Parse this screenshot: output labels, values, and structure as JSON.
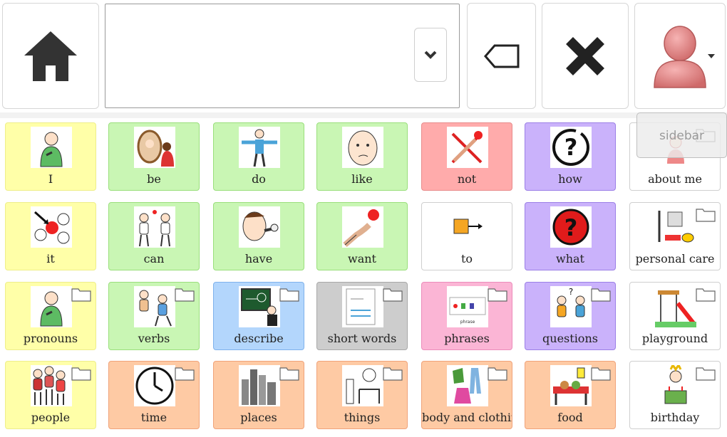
{
  "toolbar": {
    "home_icon": "home-icon",
    "message_bar_value": "",
    "dropdown_icon": "chevron-down-icon",
    "backspace_icon": "backspace-icon",
    "clear_icon": "clear-icon",
    "user_icon": "user-icon",
    "user_menu_icon": "caret-down-icon"
  },
  "sidebar_tab": {
    "label": "sidebar"
  },
  "grid": {
    "rows": [
      [
        {
          "label": "I",
          "color": "yellow",
          "icon": "person-pointing-self-icon",
          "folder": false
        },
        {
          "label": "be",
          "color": "green",
          "icon": "mirror-reflection-icon",
          "folder": false
        },
        {
          "label": "do",
          "color": "green",
          "icon": "person-arms-out-icon",
          "folder": false
        },
        {
          "label": "like",
          "color": "green",
          "icon": "thinking-face-icon",
          "folder": false
        },
        {
          "label": "not",
          "color": "red",
          "icon": "not-cross-icon",
          "folder": false
        },
        {
          "label": "how",
          "color": "purple",
          "icon": "question-circle-icon",
          "folder": false
        },
        {
          "label": "about me",
          "color": "white",
          "icon": "person-icon",
          "folder": true
        }
      ],
      [
        {
          "label": "it",
          "color": "yellow",
          "icon": "pointing-at-dot-icon",
          "folder": false
        },
        {
          "label": "can",
          "color": "green",
          "icon": "people-throwing-ball-icon",
          "folder": false
        },
        {
          "label": "have",
          "color": "green",
          "icon": "person-eating-icon",
          "folder": false
        },
        {
          "label": "want",
          "color": "green",
          "icon": "hand-reaching-ball-icon",
          "folder": false
        },
        {
          "label": "to",
          "color": "white",
          "icon": "square-arrow-icon",
          "folder": false
        },
        {
          "label": "what",
          "color": "purple",
          "icon": "question-red-icon",
          "folder": false
        },
        {
          "label": "personal care",
          "color": "white",
          "icon": "personal-care-icon",
          "folder": true
        }
      ],
      [
        {
          "label": "pronouns",
          "color": "yellow",
          "icon": "person-pointing-self-icon",
          "folder": true
        },
        {
          "label": "verbs",
          "color": "green",
          "icon": "people-moving-icon",
          "folder": true
        },
        {
          "label": "describe",
          "color": "blue",
          "icon": "teacher-board-icon",
          "folder": true
        },
        {
          "label": "short words",
          "color": "gray",
          "icon": "short-words-icon",
          "folder": true
        },
        {
          "label": "phrases",
          "color": "pink",
          "icon": "phrases-icon",
          "folder": true
        },
        {
          "label": "questions",
          "color": "purple",
          "icon": "two-people-question-icon",
          "folder": true
        },
        {
          "label": "playground",
          "color": "white",
          "icon": "playground-icon",
          "folder": true
        }
      ],
      [
        {
          "label": "people",
          "color": "yellow",
          "icon": "family-icon",
          "folder": true
        },
        {
          "label": "time",
          "color": "orange",
          "icon": "clock-icon",
          "folder": true
        },
        {
          "label": "places",
          "color": "orange",
          "icon": "city-icon",
          "folder": true
        },
        {
          "label": "things",
          "color": "orange",
          "icon": "things-icon",
          "folder": true
        },
        {
          "label": "body and clothin",
          "color": "orange",
          "icon": "clothing-icon",
          "folder": true
        },
        {
          "label": "food",
          "color": "orange",
          "icon": "food-table-icon",
          "folder": true
        },
        {
          "label": "birthday",
          "color": "white",
          "icon": "birthday-cake-icon",
          "folder": true
        }
      ]
    ]
  }
}
